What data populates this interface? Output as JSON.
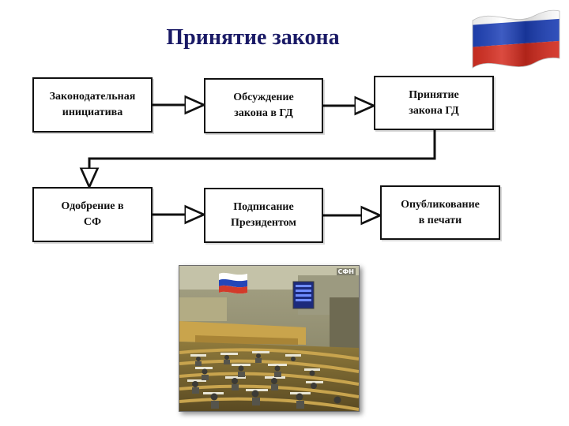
{
  "title": "Принятие закона",
  "steps": [
    {
      "id": "initiative",
      "label": "Законодательная\nинициатива"
    },
    {
      "id": "discussion",
      "label": "Обсуждение\nзакона в ГД"
    },
    {
      "id": "adoption",
      "label": "Принятие\nзакона ГД"
    },
    {
      "id": "approval",
      "label": "Одобрение в\nСФ"
    },
    {
      "id": "signing",
      "label": "Подписание\nПрезидентом"
    },
    {
      "id": "publication",
      "label": "Опубликование\nв печати"
    }
  ],
  "edges": [
    {
      "from": "initiative",
      "to": "discussion"
    },
    {
      "from": "discussion",
      "to": "adoption"
    },
    {
      "from": "adoption",
      "to": "approval"
    },
    {
      "from": "approval",
      "to": "signing"
    },
    {
      "from": "signing",
      "to": "publication"
    }
  ],
  "flag": {
    "icon": "russian-flag-icon",
    "colors": [
      "#ffffff",
      "#1c3fb7",
      "#d52b1e"
    ]
  },
  "photo": {
    "icon": "state-duma-hall-photo",
    "channel_mark": "СФН"
  },
  "colors": {
    "title": "#1a1a66",
    "box_border": "#111111",
    "connector": "#111111"
  }
}
